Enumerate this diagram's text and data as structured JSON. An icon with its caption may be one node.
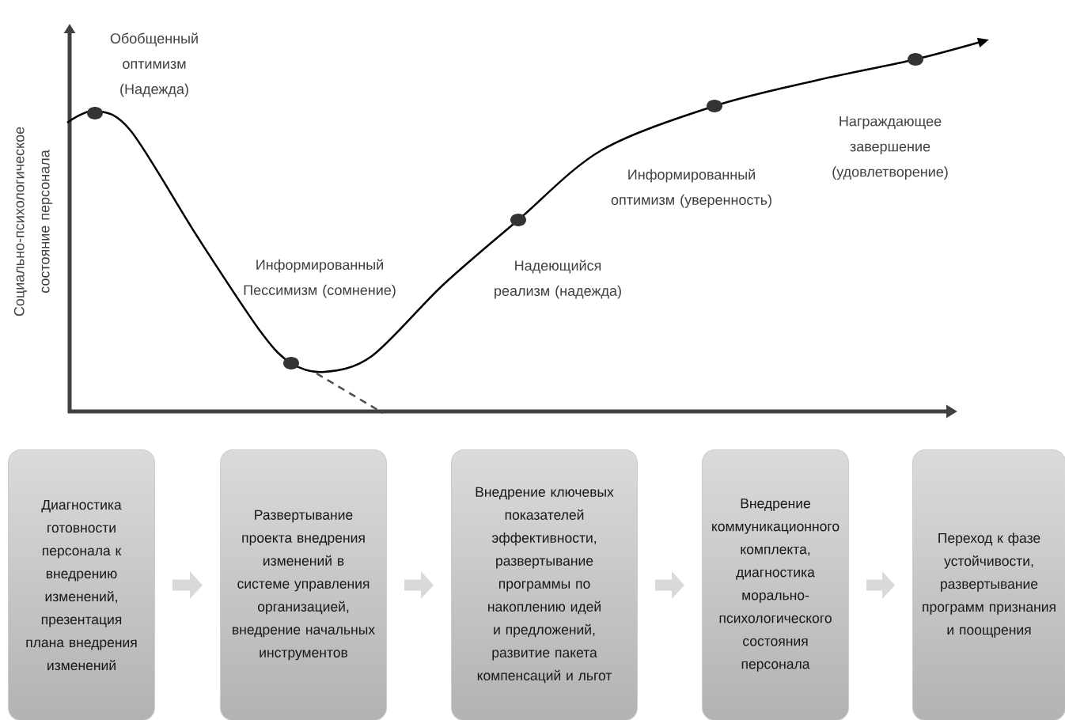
{
  "diagram": {
    "nodes": [
      {
        "text": [
          "Диагностика готовности персонала к внедрению изменений, презентация плана внедрения изменений"
        ]
      },
      {
        "text": [
          "Развертывание проекта внедрения изменений в системе управления организацией, внедрение начальных инструментов"
        ]
      },
      {
        "text": [
          "Внедрение ключевых показателей эффективности, развертывание программы по накоплению идей и предложений, развитие пакета компенсаций и льгот"
        ]
      },
      {
        "text": [
          "Внедрение коммуникационного комплекта, диагностика морально-психологического состояния персонала"
        ]
      },
      {
        "text": [
          "Переход к фазе устойчивости, развертывание программ признания и поощрения"
        ]
      }
    ],
    "edges": [
      {
        "from": 0,
        "to": 1,
        "arrow": "to"
      },
      {
        "from": 1,
        "to": 2,
        "arrow": "to"
      },
      {
        "from": 2,
        "to": 3,
        "arrow": "to"
      },
      {
        "from": 3,
        "to": 4,
        "arrow": "to"
      }
    ],
    "labels": [
      "Обобщенный оптимизм (Надежда)",
      "Социально-психологическое состояние персонала",
      "Награждающее завершение (удовлетворение)",
      "Информированный оптимизм (уверенность)",
      "Информированный Пессимизм (сомнение)",
      "Надеющийся реализм (надежда)"
    ]
  }
}
